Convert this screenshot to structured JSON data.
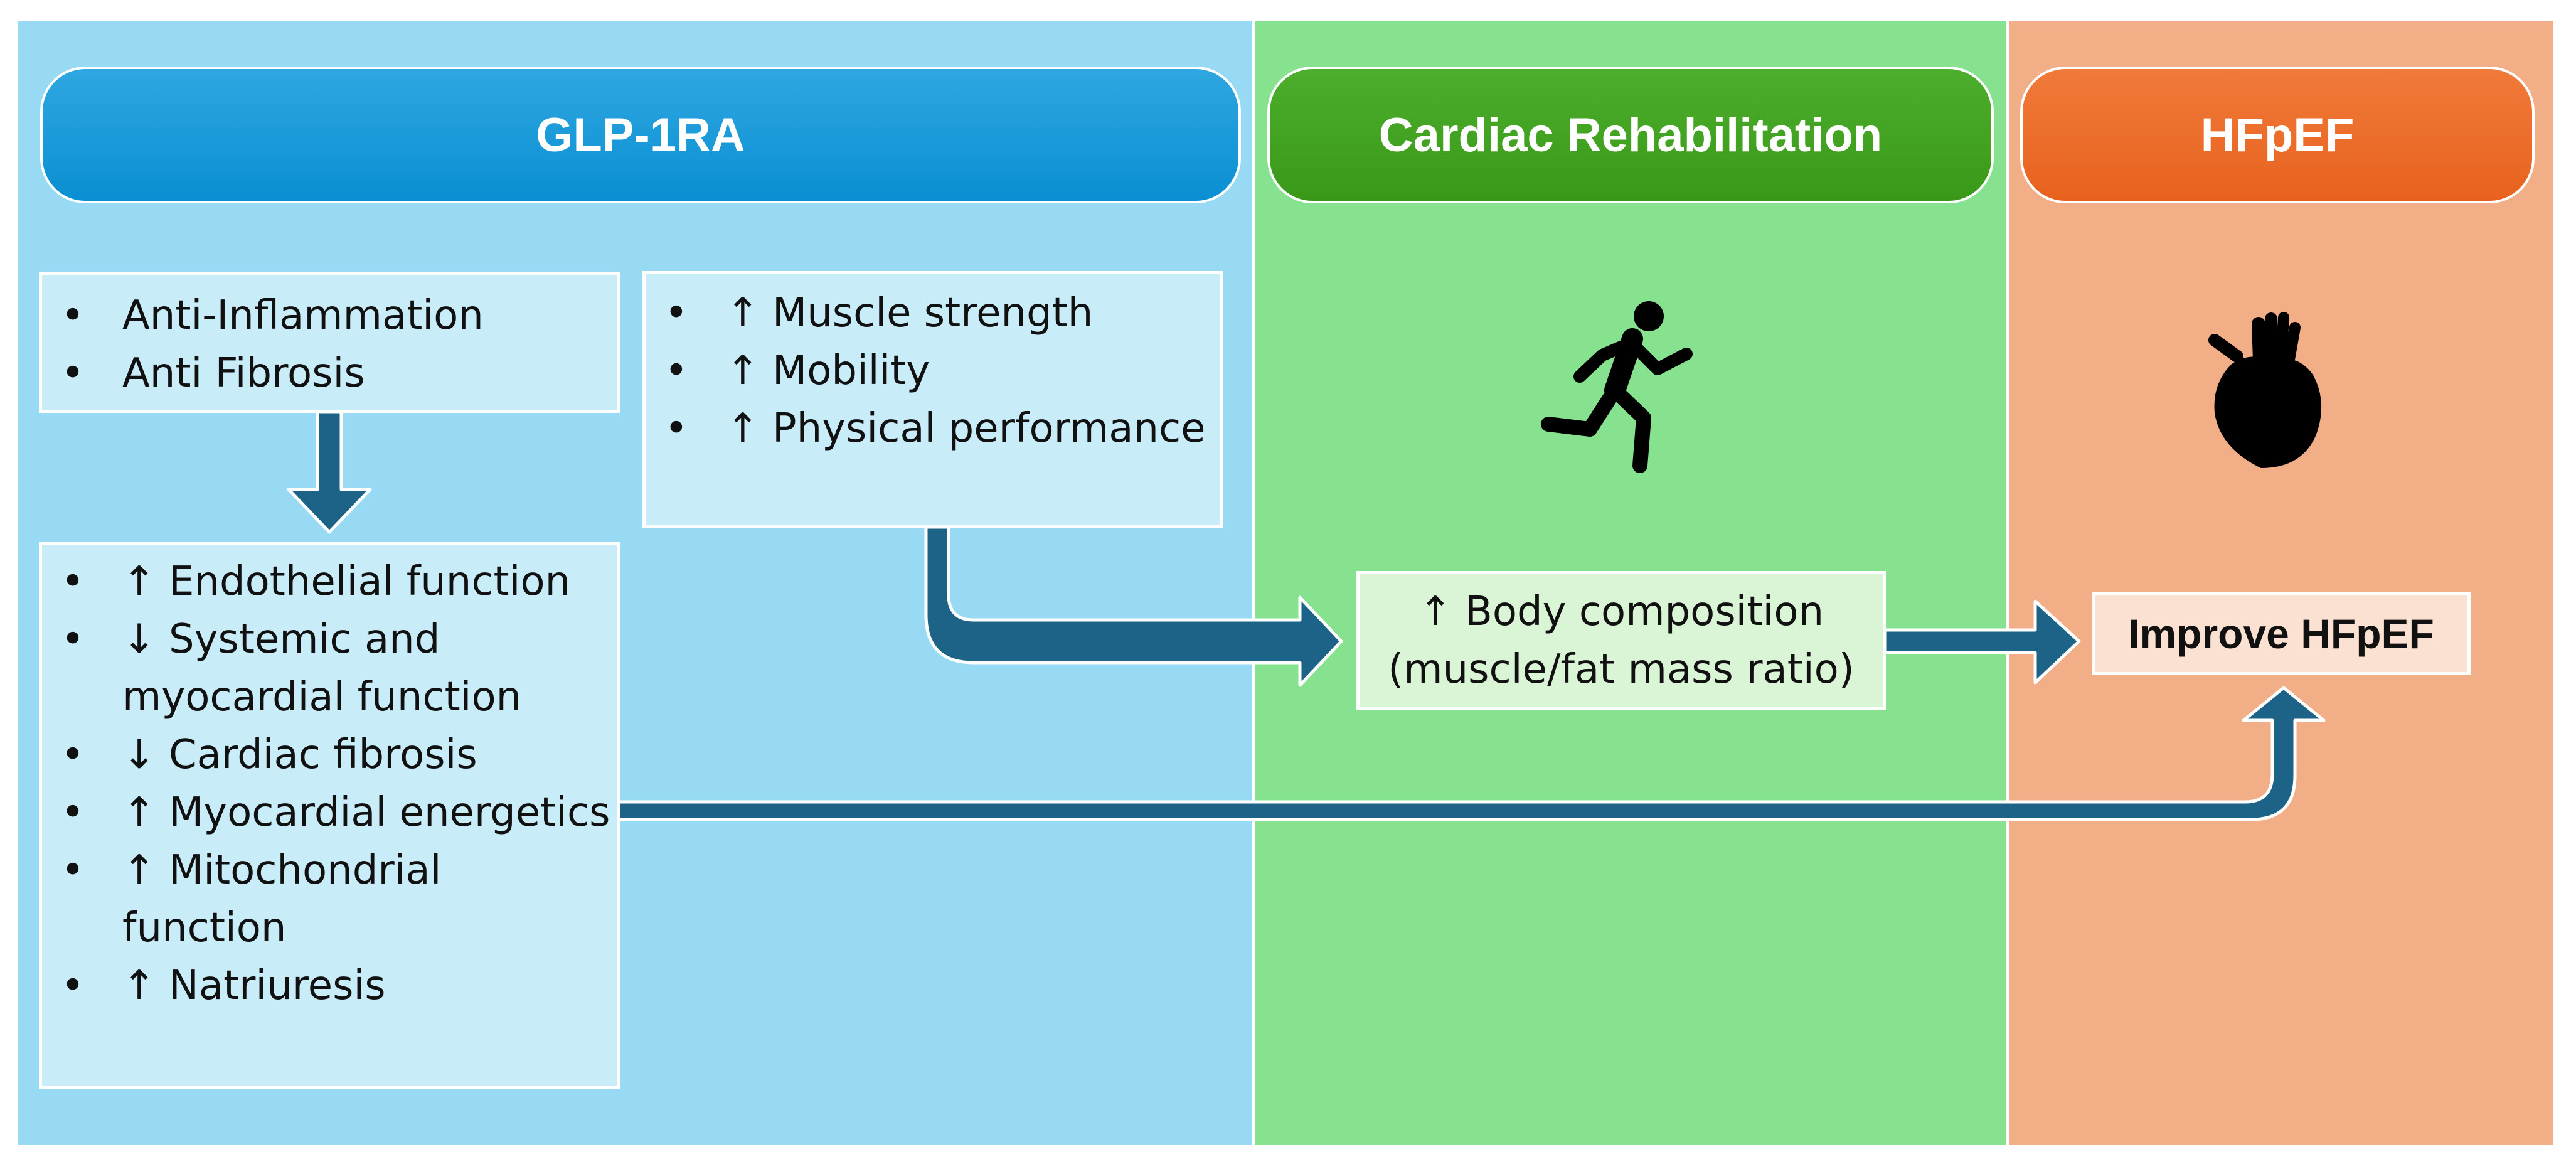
{
  "colors": {
    "glp_panel": "#98daf4",
    "rehab_panel": "#86e28f",
    "hfpef_panel": "#f2ae87",
    "glp_header": "#0a8fd3",
    "rehab_header": "#3a9818",
    "hfpef_header": "#e8621e",
    "arrow": "#1d6387"
  },
  "headers": {
    "glp1ra": "GLP-1RA",
    "cardiac_rehab": "Cardiac Rehabilitation",
    "hfpef": "HFpEF"
  },
  "glp_inflammation_box": {
    "items": [
      "Anti-Inflammation",
      "Anti Fibrosis"
    ]
  },
  "glp_muscle_box": {
    "items": [
      "↑ Muscle strength",
      "↑ Mobility",
      "↑ Physical performance"
    ]
  },
  "glp_effects_box": {
    "items": [
      "↑ Endothelial function",
      "↓ Systemic and myocardial function",
      "↓ Cardiac fibrosis",
      "↑ Myocardial energetics",
      "↑ Mitochondrial function",
      "↑ Natriuresis"
    ]
  },
  "body_composition_box": {
    "line1": "↑ Body composition",
    "line2": "(muscle/fat mass ratio)"
  },
  "improve_box": {
    "label": "Improve HFpEF"
  },
  "icons": {
    "rehab": "running-person-icon",
    "hfpef": "heart-icon"
  }
}
